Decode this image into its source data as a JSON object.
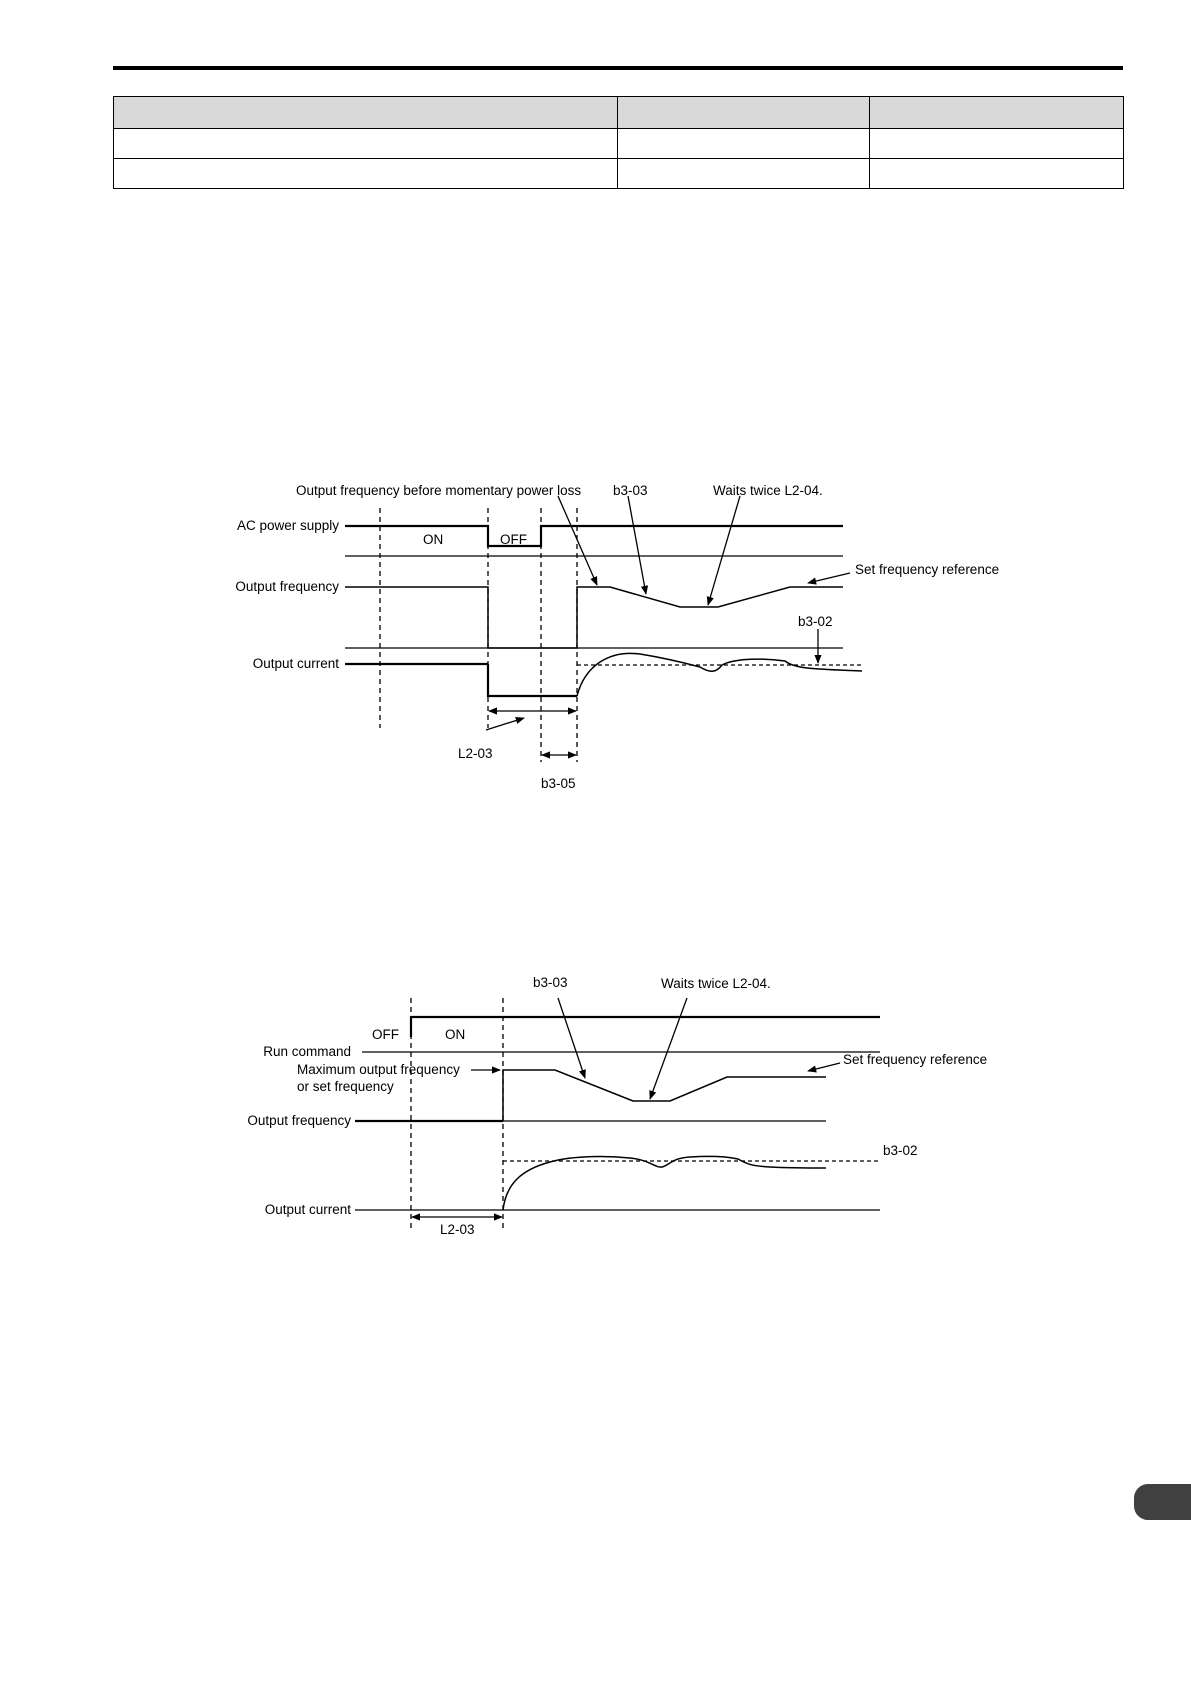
{
  "table": {
    "header": [
      "",
      "",
      ""
    ],
    "rows": [
      [
        "",
        "",
        ""
      ],
      [
        "",
        "",
        ""
      ]
    ]
  },
  "diagram1": {
    "label_output_freq_before": "Output frequency before momentary power loss",
    "label_b3_03": "b3-03",
    "label_waits": "Waits twice L2-04.",
    "label_ac_power": "AC power supply",
    "label_on": "ON",
    "label_off": "OFF",
    "label_output_frequency": "Output frequency",
    "label_set_freq_ref": "Set frequency reference",
    "label_b3_02": "b3-02",
    "label_output_current": "Output current",
    "label_l2_03": "L2-03",
    "label_b3_05": "b3-05"
  },
  "diagram2": {
    "label_b3_03": "b3-03",
    "label_waits": "Waits twice L2-04.",
    "label_off": "OFF",
    "label_on": "ON",
    "label_run_command": "Run command",
    "label_max_output_freq_1": "Maximum output frequency",
    "label_max_output_freq_2": "or set frequency",
    "label_set_freq_ref": "Set frequency reference",
    "label_output_frequency": "Output frequency",
    "label_b3_02": "b3-02",
    "label_output_current": "Output current",
    "label_l2_03": "L2-03"
  },
  "colors": {
    "line": "#000000",
    "header_fill": "#d9d9d9",
    "tab": "#404040"
  }
}
